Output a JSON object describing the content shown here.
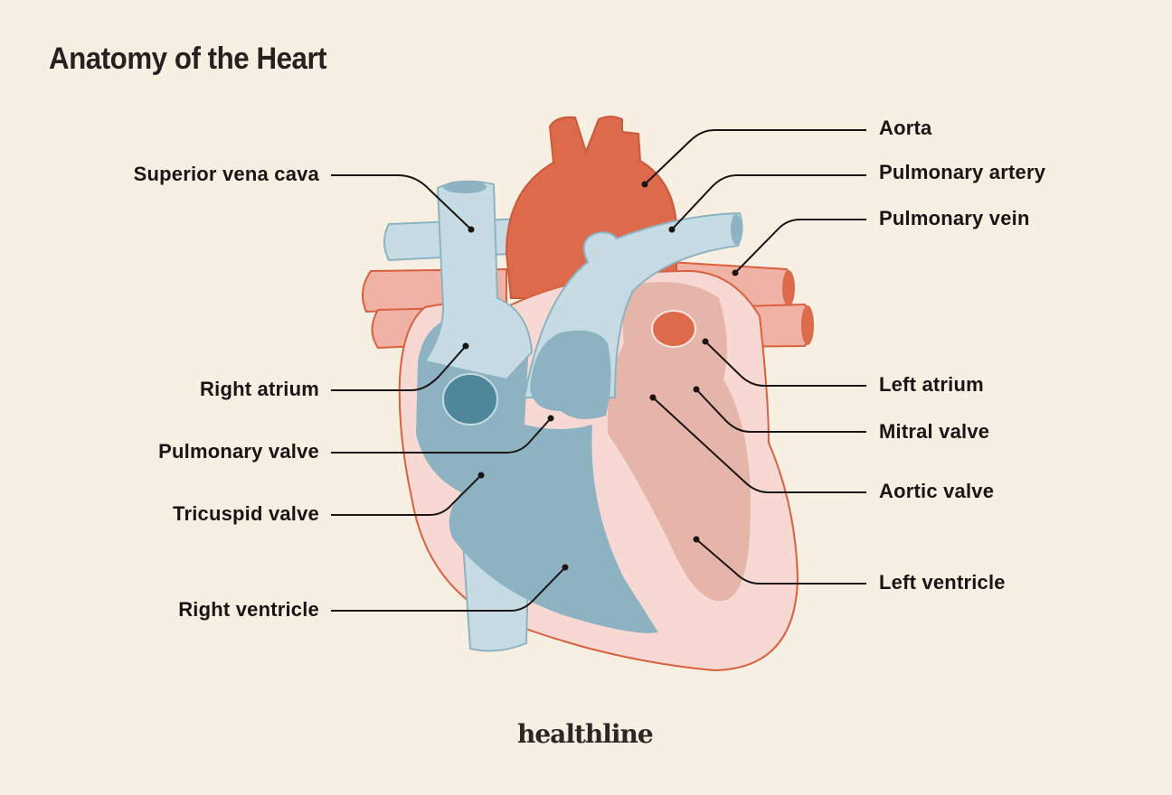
{
  "title": "Anatomy of the Heart",
  "brand": "healthline",
  "colors": {
    "background": "#f8efe3",
    "aorta": "#dd6a4a",
    "vein_light": "#c6dbe3",
    "vein_dark": "#8db3c2",
    "vein_darker": "#4e8799",
    "heart_outer": "#f7d8d2",
    "heart_inner": "#e6b5aa",
    "pulmonary_vein": "#f1b2a6",
    "outline": "#d8603f",
    "leader": "#1a1414"
  },
  "labels": {
    "left": [
      {
        "text": "Superior vena cava"
      },
      {
        "text": "Right atrium"
      },
      {
        "text": "Pulmonary valve"
      },
      {
        "text": "Tricuspid valve"
      },
      {
        "text": "Right ventricle"
      }
    ],
    "right": [
      {
        "text": "Aorta"
      },
      {
        "text": "Pulmonary artery"
      },
      {
        "text": "Pulmonary vein"
      },
      {
        "text": "Left atrium"
      },
      {
        "text": "Mitral valve"
      },
      {
        "text": "Aortic valve"
      },
      {
        "text": "Left ventricle"
      }
    ]
  }
}
